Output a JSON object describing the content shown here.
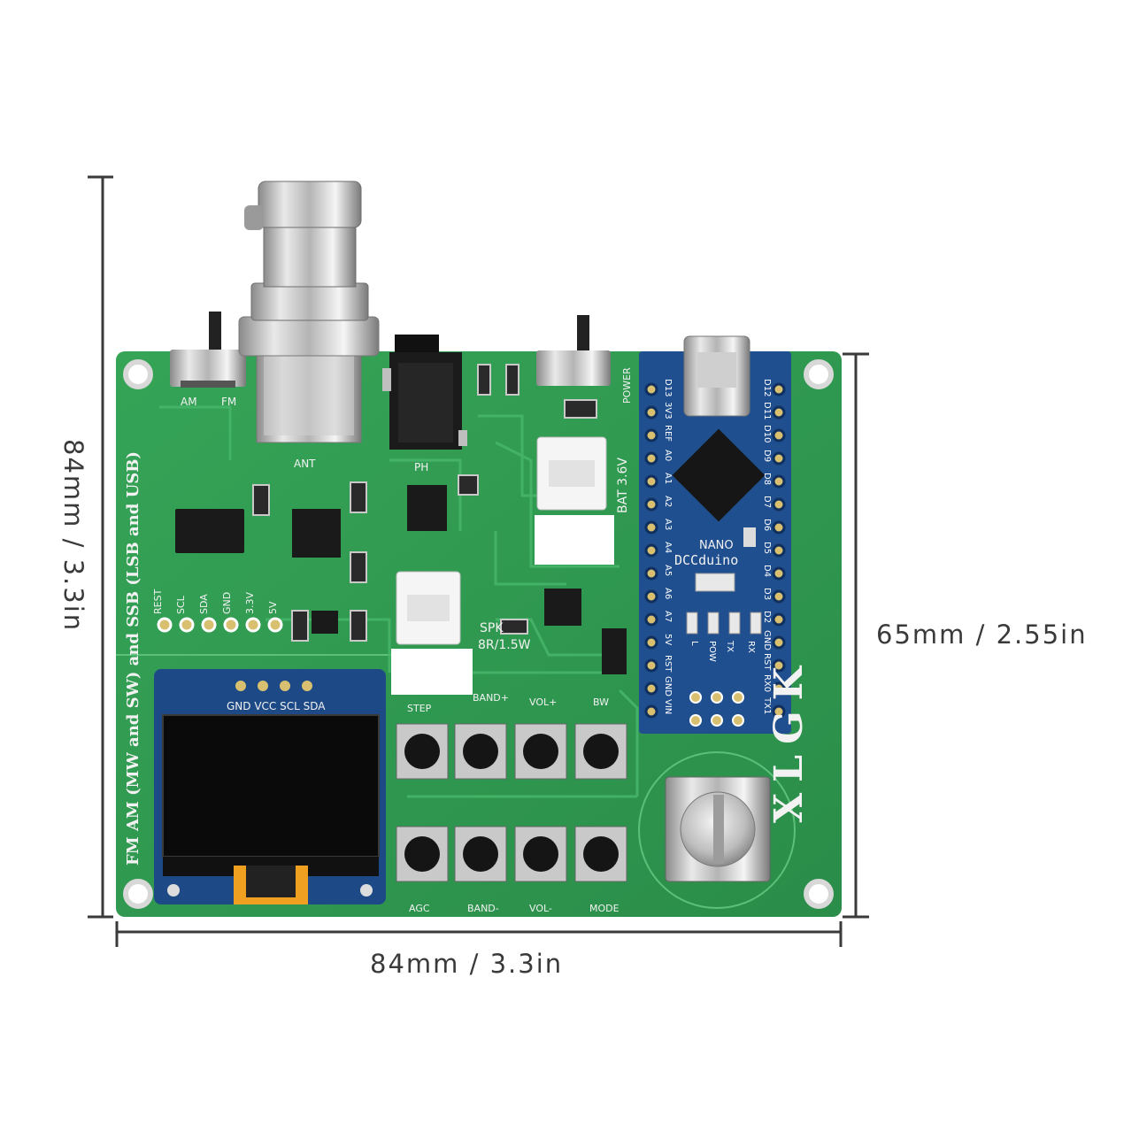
{
  "dimensions": {
    "left_height": "84mm / 3.3in",
    "right_height": "65mm / 2.55in",
    "bottom_width": "84mm / 3.3in"
  },
  "board": {
    "side_text": "FM AM (MW and SW) and SSB (LSB and USB)",
    "switch_labels": [
      "AM",
      "FM"
    ],
    "antenna_label": "ANT",
    "phone_label": "PH",
    "power_label": "POWER",
    "battery_label": "BAT 3.6V",
    "speaker_label": "SPK",
    "speaker_spec": "8R/1.5W",
    "header_pins": [
      "REST",
      "SCL",
      "SDA",
      "GND",
      "3.3V",
      "5V"
    ],
    "oled_pins": "GND VCC SCL SDA",
    "buttons_top": [
      "STEP",
      "BAND+",
      "VOL+",
      "BW"
    ],
    "buttons_bottom": [
      "AGC",
      "BAND-",
      "VOL-",
      "MODE"
    ],
    "nano_model": "NANO",
    "nano_brand": "DCCduino",
    "nano_left_pins": [
      "D13",
      "3V3",
      "REF",
      "A0",
      "A1",
      "A2",
      "A3",
      "A4",
      "A5",
      "A6",
      "A7",
      "5V",
      "RST",
      "GND",
      "VIN"
    ],
    "nano_right_pins": [
      "D12",
      "D11",
      "D10",
      "D9",
      "D8",
      "D7",
      "D6",
      "D5",
      "D4",
      "D3",
      "D2",
      "GND",
      "RST",
      "RX0",
      "TX1"
    ],
    "nano_leds": [
      "L",
      "POW",
      "TX",
      "RX"
    ],
    "brand_mark": "XLGK"
  },
  "colors": {
    "pcb_green": "#2f9a50",
    "silkscreen": "#f2f2f2",
    "nano_blue": "#1f4f8f",
    "dimension_line": "#3a3a3a"
  }
}
